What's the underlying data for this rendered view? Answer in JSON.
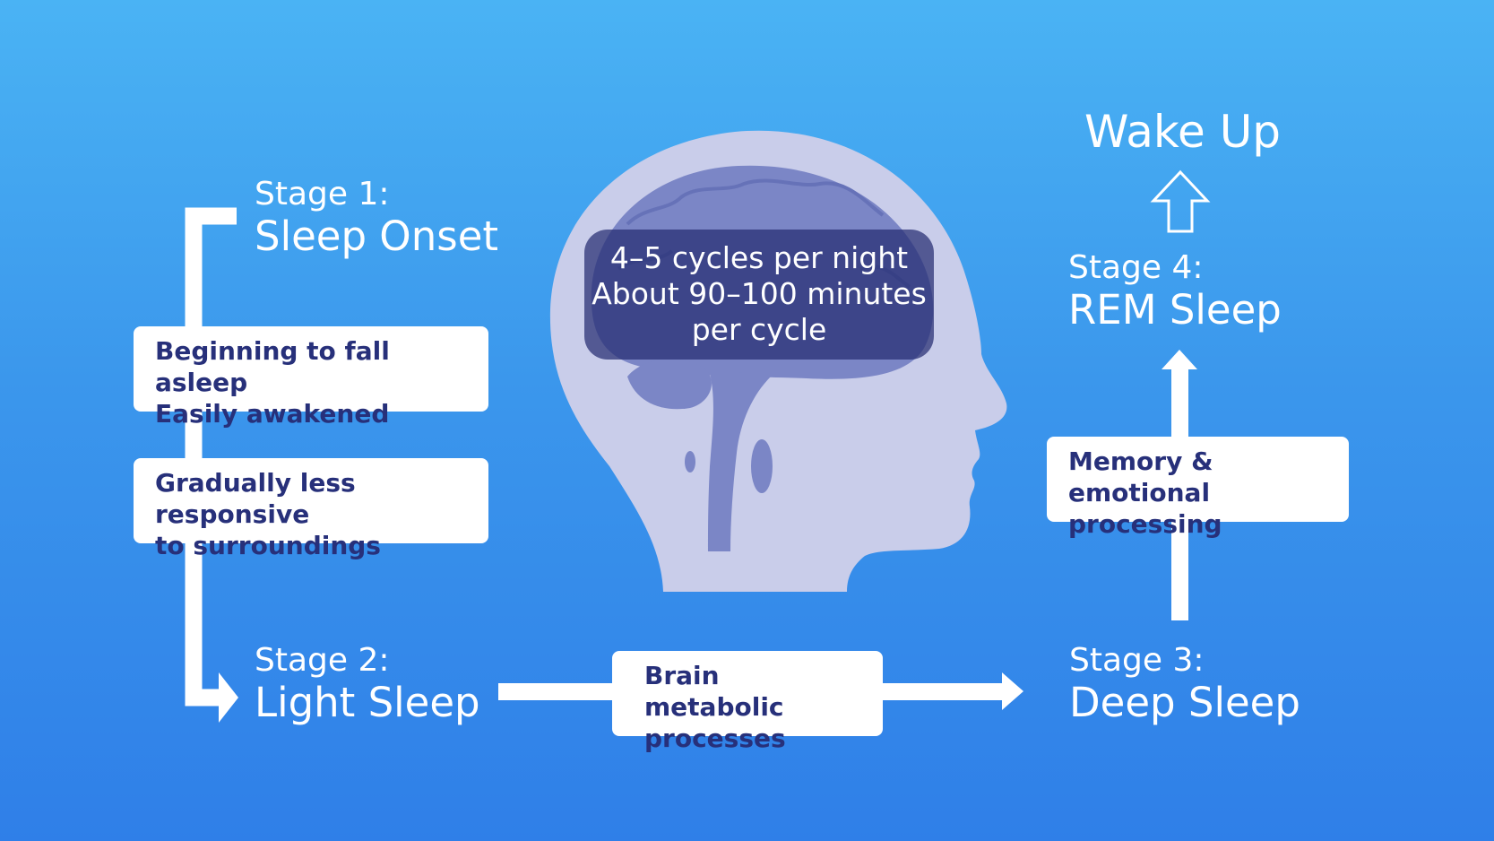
{
  "stages": {
    "stage1": {
      "label": "Stage 1:",
      "name": "Sleep Onset"
    },
    "stage2": {
      "label": "Stage 2:",
      "name": "Light Sleep"
    },
    "stage3": {
      "label": "Stage 3:",
      "name": "Deep Sleep"
    },
    "stage4": {
      "label": "Stage 4:",
      "name": "REM Sleep"
    }
  },
  "wake_up": "Wake Up",
  "cards": {
    "falling_asleep": {
      "line1": "Beginning to fall asleep",
      "line2": "Easily awakened"
    },
    "less_responsive": {
      "line1": "Gradually less responsive",
      "line2": "to surroundings"
    },
    "metabolic": {
      "line1": "Brain metabolic",
      "line2": "processes"
    },
    "memory": {
      "line1": "Memory & emotional",
      "line2": "processing"
    }
  },
  "cycle_info": {
    "line1": "4–5 cycles per night",
    "line2": "About 90–100 minutes",
    "line3": "per cycle"
  },
  "colors": {
    "background_top": "#4ab3f4",
    "background_bottom": "#2f7fe8",
    "card_text": "#27307a",
    "head_fill": "#c9cdea",
    "brain_fill": "#7b86c6",
    "cycle_box": "#262d72"
  },
  "icons": {
    "head": "head-silhouette-icon",
    "wake_arrow": "up-arrow-outline-icon"
  }
}
